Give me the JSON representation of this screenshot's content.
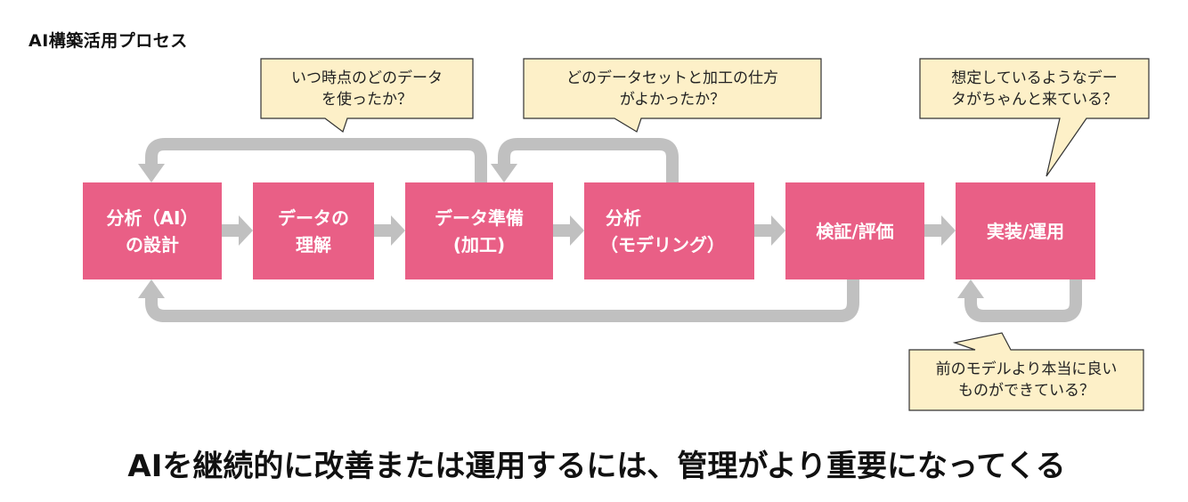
{
  "title": "AI構築活用プロセス",
  "steps": [
    {
      "line1": "分析（AI）",
      "line2": "の設計"
    },
    {
      "line1": "データの",
      "line2": "理解"
    },
    {
      "line1": "データ準備",
      "line2": "(加工)"
    },
    {
      "line1": "分析",
      "line2": "（モデリング）"
    },
    {
      "line1": "検証/評価"
    },
    {
      "line1": "実装/運用"
    }
  ],
  "callouts": [
    {
      "line1": "いつ時点のどのデータ",
      "line2": "を使ったか？"
    },
    {
      "line1": "どのデータセットと加工の仕方",
      "line2": "がよかったか？"
    },
    {
      "line1": "想定しているようなデー",
      "line2": "タがちゃんと来ている？"
    },
    {
      "line1": "前のモデルより本当に良い",
      "line2": "ものができている？"
    }
  ],
  "footer": "AIを継続的に改善または運用するには、管理がより重要になってくる",
  "colors": {
    "step_fill": "#e95f86",
    "arrow_gray": "#c0c0c0",
    "callout_fill": "#fdf0c8",
    "callout_border": "#333333"
  }
}
